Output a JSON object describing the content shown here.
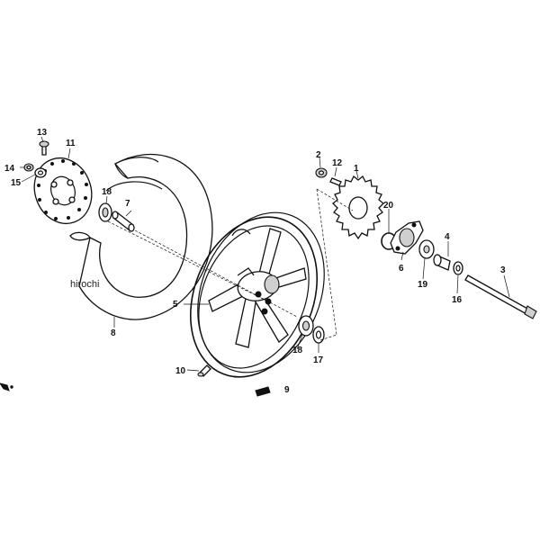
{
  "watermark": "hirochi",
  "callouts": {
    "p1": "1",
    "p2": "2",
    "p3": "3",
    "p4": "4",
    "p5": "5",
    "p6": "6",
    "p7": "7",
    "p8": "8",
    "p9": "9",
    "p10": "10",
    "p11": "11",
    "p12": "12",
    "p13": "13",
    "p14": "14",
    "p15": "15",
    "p16": "16",
    "p17": "17",
    "p18a": "18",
    "p18b": "18",
    "p19": "19",
    "p20": "20"
  },
  "colors": {
    "ink": "#111111",
    "background": "#ffffff"
  }
}
